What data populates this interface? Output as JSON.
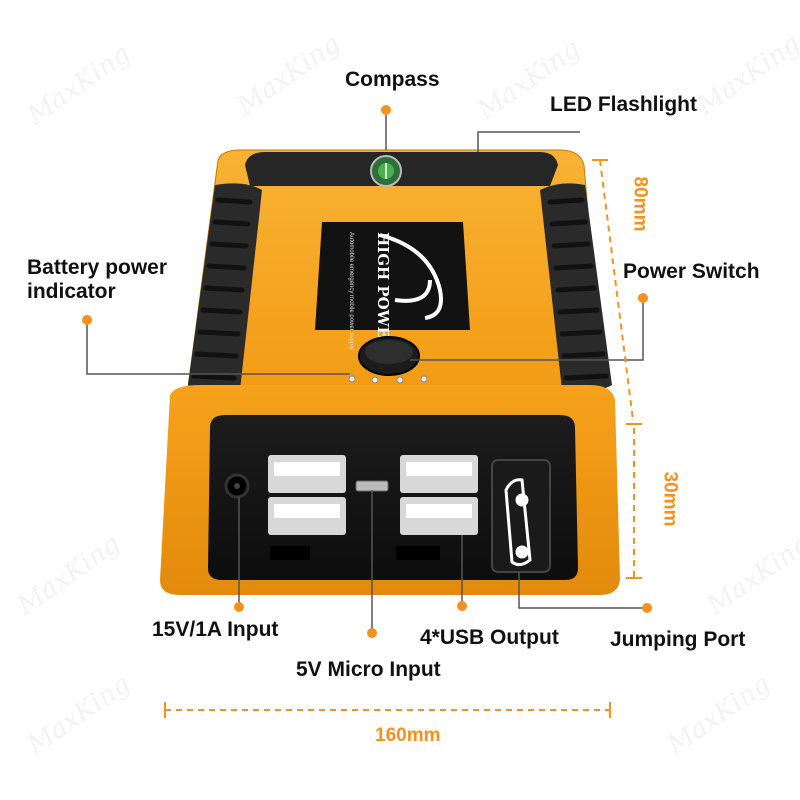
{
  "watermark": "MaxKing",
  "product": {
    "brand": "HIGH POWER",
    "tagline": "Automobile emergency mobile power supply",
    "body_color": "#f7a21b",
    "rubber_color": "#2b2b2b",
    "accent_color": "#f5921e"
  },
  "labels": {
    "compass": "Compass",
    "led_flashlight": "LED Flashlight",
    "battery_indicator_line1": "Battery power",
    "battery_indicator_line2": "indicator",
    "power_switch": "Power Switch",
    "input_15v": "15V/1A Input",
    "micro_input": "5V Micro Input",
    "usb_output": "4*USB Output",
    "jumping_port": "Jumping Port"
  },
  "dimensions": {
    "depth": "80mm",
    "height": "30mm",
    "width": "160mm"
  }
}
